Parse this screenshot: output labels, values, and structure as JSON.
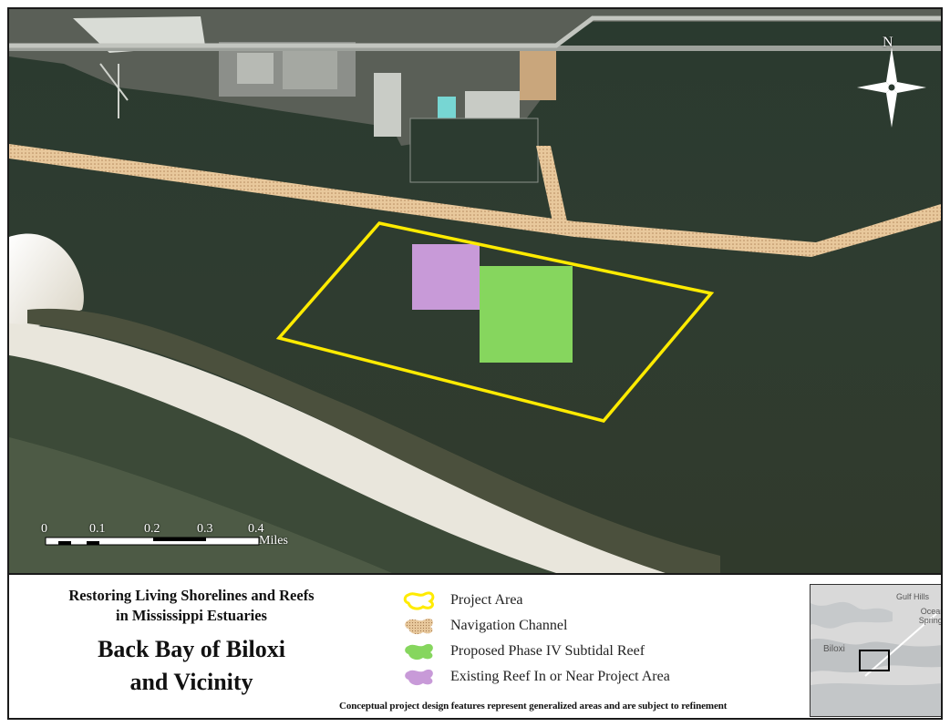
{
  "map": {
    "north_label": "N",
    "scale": {
      "ticks": [
        "0",
        "0.1",
        "0.2",
        "0.3",
        "0.4"
      ],
      "unit": "Miles"
    },
    "colors": {
      "water": "#2d3a2e",
      "project_area": "#ffeb00",
      "navigation_channel": "#e6c49a",
      "proposed_reef": "#86d65e",
      "existing_reef": "#c89ad8"
    },
    "inset": {
      "labels": [
        "Gulf Hills",
        "Ocean Springs",
        "Biloxi"
      ]
    }
  },
  "legend": {
    "title_lines": [
      "Restoring Living Shorelines and Reefs",
      "in Mississippi Estuaries"
    ],
    "subtitle_lines": [
      "Back Bay of Biloxi",
      "and Vicinity"
    ],
    "items": [
      {
        "label": "Project Area",
        "icon": "yellow-outline-blob-icon"
      },
      {
        "label": "Navigation Channel",
        "icon": "tan-dotted-blob-icon"
      },
      {
        "label": "Proposed Phase IV Subtidal Reef",
        "icon": "green-blob-icon"
      },
      {
        "label": "Existing Reef In or Near Project Area",
        "icon": "purple-blob-icon"
      }
    ],
    "note": "Conceptual project design features represent generalized areas and are subject to refinement"
  }
}
